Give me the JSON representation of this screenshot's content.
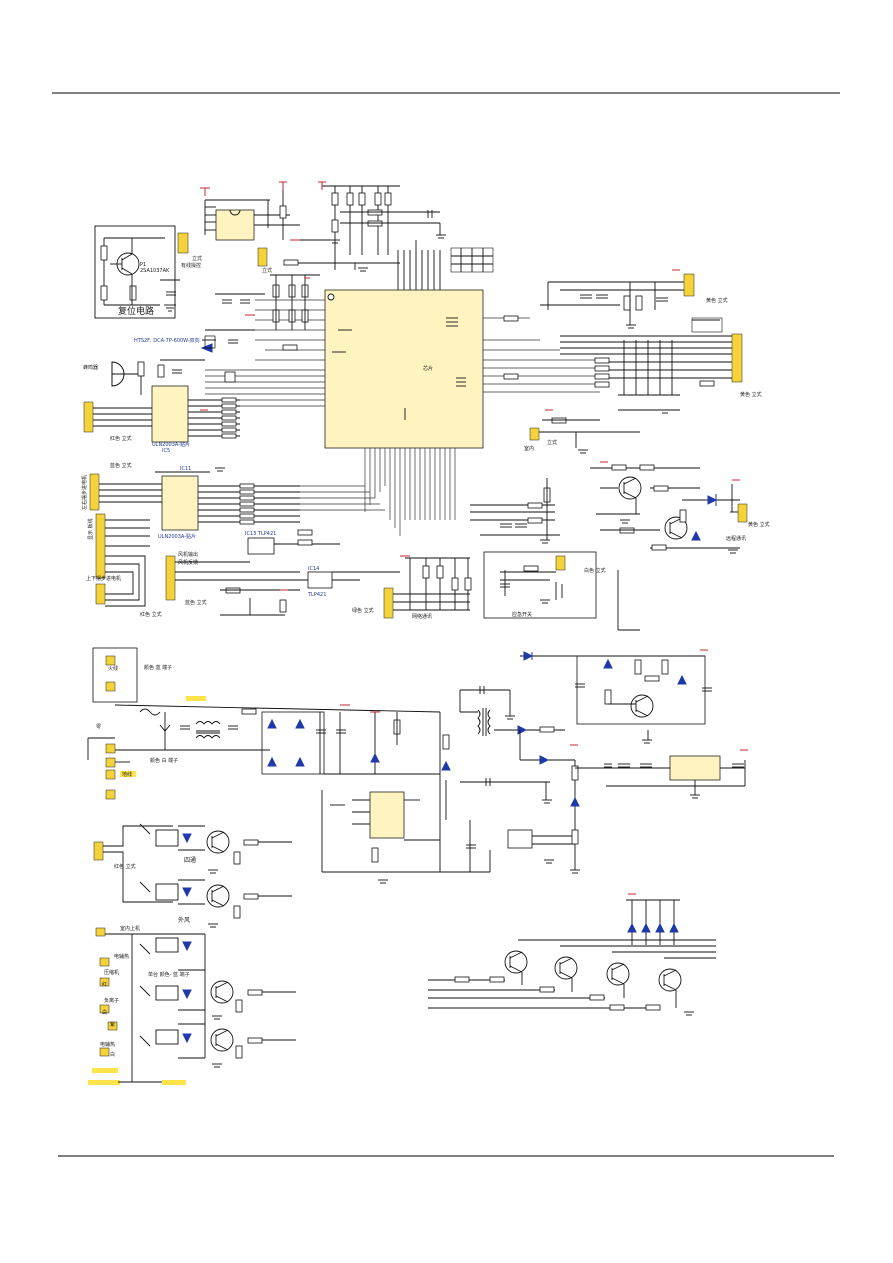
{
  "labels": {
    "reset_circuit": "复位电路",
    "buzzer": "蜂鸣器",
    "mcu_chip": "芯片",
    "driver_chip_1": "ULN2003A-贴片",
    "driver_chip_1_ref": "IC5",
    "driver_chip_2": "ULN2003A-贴片",
    "driver_chip_2_ref": "IC11",
    "transistor_ref": "P1",
    "transistor_model": "2SA1037AK",
    "optocoupler_1": "IC13 TLP421",
    "optocoupler_2": "TLP421",
    "optocoupler_2_ref": "IC14",
    "wired_controller_a": "立式",
    "wired_controller_b": "有线操控",
    "color_white_vertical": "白色 立式",
    "color_red_vertical": "红色 立式",
    "color_blue_vertical": "蓝色 立式",
    "color_green_vertical": "绿色 立式",
    "color_yellow_vertical": "黄色 立式",
    "fan_out": "风机输出",
    "fan_feedback": "风机反馈",
    "up_down_motor": "上下摆步进电机",
    "left_right_motor": "左右摆步进电机",
    "indoor_temp": "室内",
    "network_comm": "网络通讯",
    "emergency_switch": "应急开关",
    "remote_comm": "远程通讯",
    "display": "显示 板线",
    "hts_part": "HTS2F, DCA-7P-600W-双向",
    "mains_line": "火线",
    "color_blue_terminal": "颜色 蓝 端子",
    "neutral_line": "零",
    "color_white_terminal": "颜色 白 端子",
    "ground_line": "地线",
    "color_red_vertical_2": "红色 立式",
    "four_way": "四通",
    "outdoor_fan": "外风",
    "indoor_up_down": "室内上机",
    "electric_heat": "电辅热",
    "compressor": "压缩机",
    "single_color_terminal": "单台 颜色- 蓝 端子",
    "negative_ion": "负离子",
    "white": "白",
    "purple": "紫",
    "red": "红"
  },
  "icons": {
    "transistor": "npn-transistor-icon",
    "diode": "diode-icon",
    "capacitor": "capacitor-icon",
    "resistor": "resistor-icon",
    "relay": "relay-icon",
    "ground": "ground-icon",
    "connector": "connector-icon"
  },
  "colors": {
    "chip_fill": "#fff3c0",
    "connector_fill": "#f4d23a",
    "label_tag_fill": "#ffe34a",
    "diode_fill": "#1f3aa8",
    "power_wire": "#c0282d",
    "wire": "#111111"
  }
}
